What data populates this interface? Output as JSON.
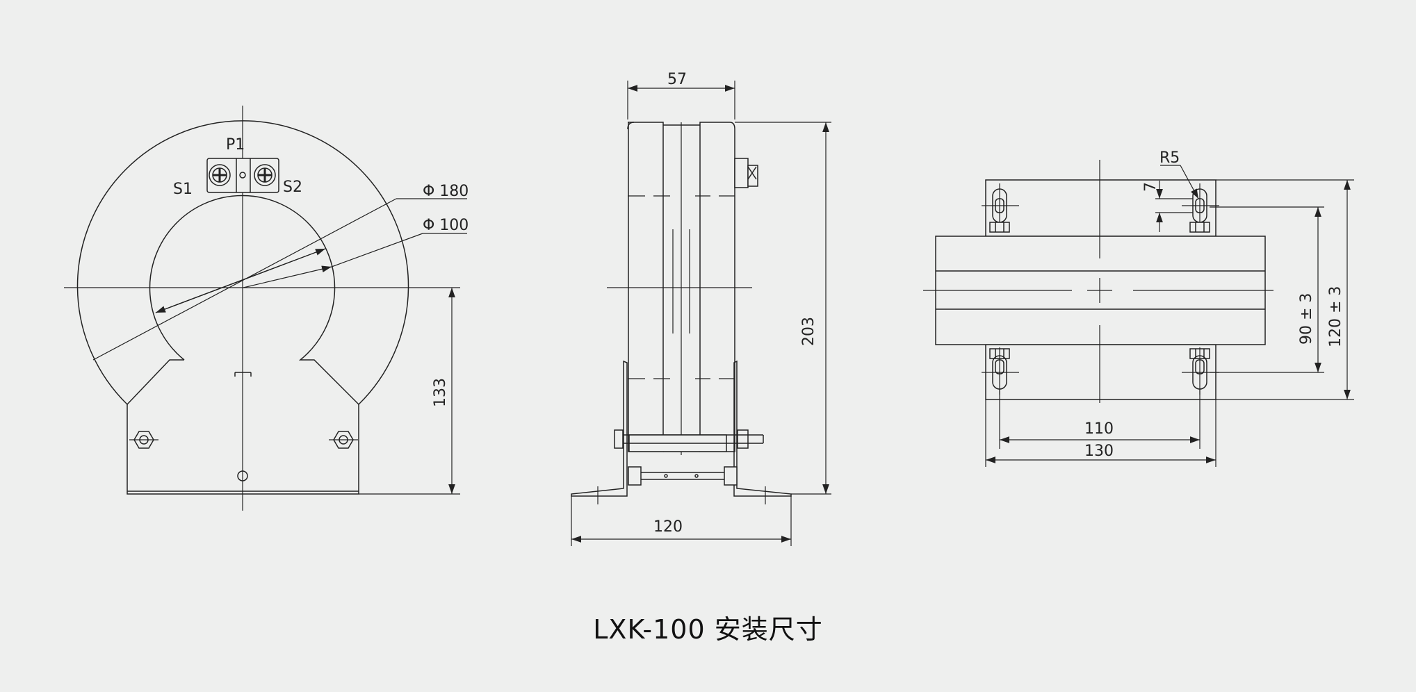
{
  "caption": "LXK-100 安装尺寸",
  "front_view": {
    "terminal_p1": "P1",
    "terminal_s1": "S1",
    "terminal_s2": "S2",
    "dim_outer_diameter": "Φ 180",
    "dim_inner_diameter": "Φ 100",
    "dim_center_height": "133"
  },
  "side_view": {
    "dim_width": "57",
    "dim_height": "203",
    "dim_base_width": "120"
  },
  "top_view": {
    "dim_slot_radius": "R5",
    "dim_slot_length": "7",
    "dim_inner_spacing": "90 ± 3",
    "dim_outer_spacing": "120 ± 3",
    "dim_hole_spacing": "110",
    "dim_base_length": "130"
  }
}
